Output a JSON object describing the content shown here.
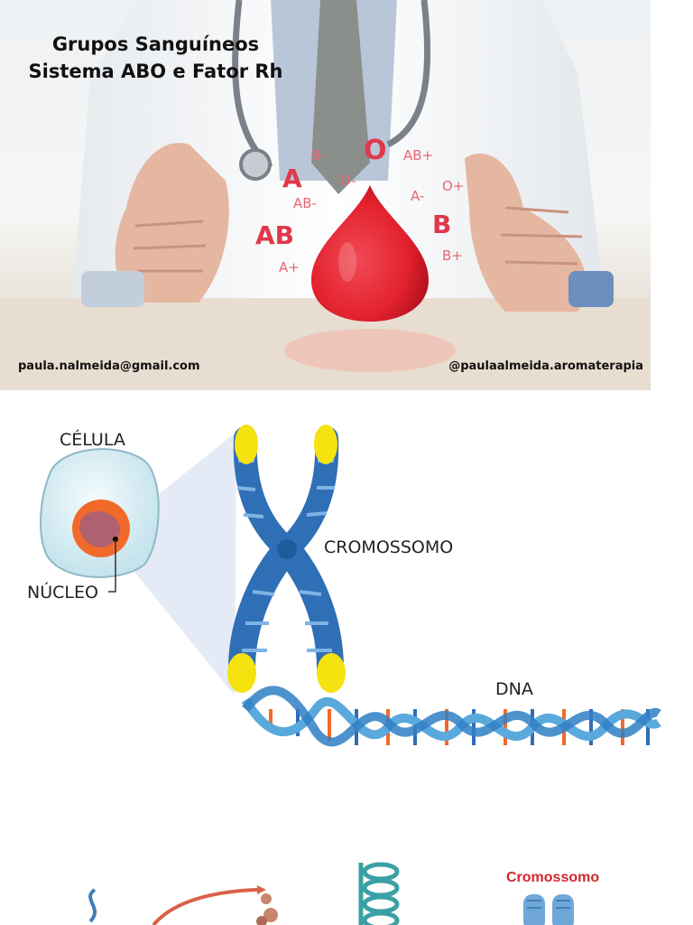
{
  "banner": {
    "title_line1": "Grupos Sanguíneos",
    "title_line2": "Sistema ABO e Fator Rh",
    "blood_types": {
      "o": "O",
      "a": "A",
      "b": "B",
      "ab": "AB",
      "b_neg": "B-",
      "ab_pos": "AB+",
      "o_neg": "O-",
      "o_pos": "O+",
      "ab_neg": "AB-",
      "a_neg": "A-",
      "b_pos": "B+",
      "a_pos": "A+"
    },
    "email": "paula.nalmeida@gmail.com",
    "instagram": "@paulaalmeida.aromaterapia",
    "colors": {
      "blood_drop": "#e3222f",
      "blood_text": "#e0384a"
    }
  },
  "diagram": {
    "cell_label": "CÉLULA",
    "nucleus_label": "NÚCLEO",
    "chromosome_label": "CROMOSSOMO",
    "dna_label": "DNA",
    "colors": {
      "chromosome": "#2f6fb5",
      "telomere": "#f5e20f",
      "nucleus": "#f26a2b"
    }
  },
  "bottom": {
    "chromosome_title": "Cromossomo",
    "colors": {
      "title": "#d3262b"
    }
  }
}
